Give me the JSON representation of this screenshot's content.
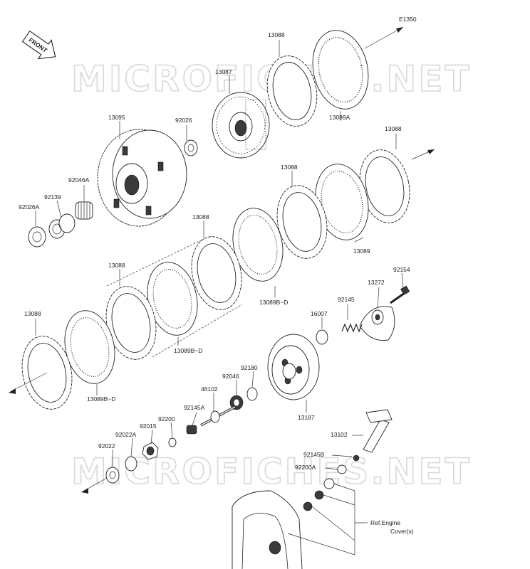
{
  "diagram": {
    "section_code": "E1350",
    "front_label": "FRONT",
    "watermark": "MICROFICHES.NET",
    "ref_note_line1": "Ref.Engine",
    "ref_note_line2": "Cover(s)",
    "labels": {
      "p13088_top": "13088",
      "p13087": "13087",
      "p13089A": "13089A",
      "p13095": "13095",
      "p92026": "92026",
      "p13088_right": "13088",
      "p13088_mid": "13088",
      "p92046A": "92046A",
      "p92139": "92139",
      "p92026A": "92026A",
      "p13088_center": "13088",
      "p13089": "13089",
      "p13088_left": "13088",
      "p92154": "92154",
      "p13272": "13272",
      "p13089BD_1": "13089B~D",
      "p92145": "92145",
      "p16007": "16007",
      "p13088_far": "13088",
      "p13089BD_2": "13089B~D",
      "p13089BD_3": "13089B~D",
      "p92180": "92180",
      "p92046": "92046",
      "p46102": "46102",
      "p92145A": "92145A",
      "p92200": "92200",
      "p92015": "92015",
      "p92022A": "92022A",
      "p92022": "92022",
      "p13187": "13187",
      "p13102": "13102",
      "p92145B": "92145B",
      "p92200A": "92200A"
    }
  }
}
